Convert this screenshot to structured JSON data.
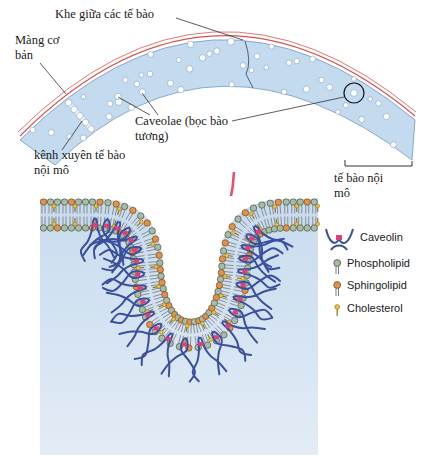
{
  "diagram": {
    "labels": [
      "Khe giữa các tế bào",
      "Màng cơ bản",
      "Caveolae (bọc bào tương)",
      "kênh xuyên tế bào nội mô",
      "tế bào nội mô"
    ],
    "legend": [
      {
        "text": "Caveolin"
      },
      {
        "text": "Phospholipid"
      },
      {
        "text": "Sphingolipid"
      },
      {
        "text": "Cholesterol"
      }
    ]
  }
}
